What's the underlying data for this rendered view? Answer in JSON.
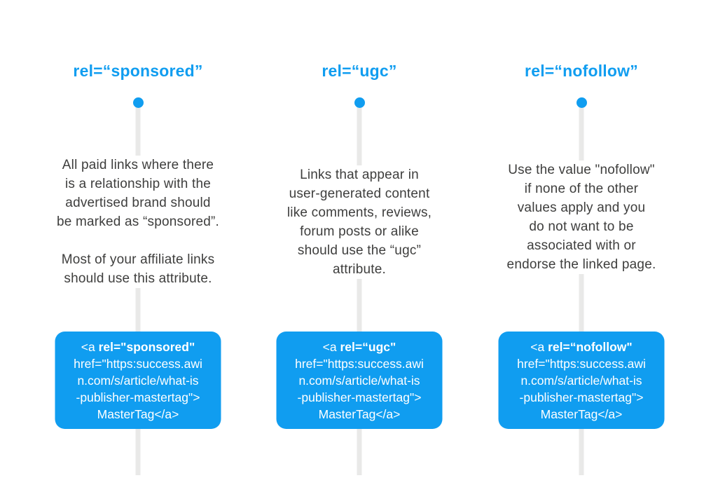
{
  "page": {
    "background": "#ffffff",
    "accent_blue": "#109df0",
    "line_gray": "#e9e9e8",
    "body_text_color": "#3e3e3d"
  },
  "columns": [
    {
      "id": "sponsored",
      "heading": "rel=“sponsored”",
      "description_paragraphs": [
        [
          "All paid links where there",
          "is a relationship with the",
          "advertised brand should",
          "be marked as “sponsored”."
        ],
        [
          "Most of your affiliate links",
          "should use this attribute."
        ]
      ],
      "code": {
        "prefix": "<a ",
        "rel": "rel=\"sponsored\"",
        "lines": [
          "href=\"https:success.awi",
          "n.com/s/article/what-is",
          "-publisher-mastertag\">",
          "MasterTag</a>"
        ]
      }
    },
    {
      "id": "ugc",
      "heading": "rel=“ugc”",
      "description_paragraphs": [
        [
          "Links that appear in",
          "user-generated content",
          "like comments, reviews,",
          "forum posts or alike",
          "should use the “ugc”",
          "attribute."
        ]
      ],
      "code": {
        "prefix": "<a ",
        "rel": "rel=“ugc\"",
        "lines": [
          "href=\"https:success.awi",
          "n.com/s/article/what-is",
          "-publisher-mastertag\">",
          "MasterTag</a>"
        ]
      }
    },
    {
      "id": "nofollow",
      "heading": "rel=“nofollow”",
      "description_paragraphs": [
        [
          "Use the value \"nofollow\"",
          "if none of the other",
          "values apply and you",
          "do not want to be",
          "associated with or",
          "endorse the linked page."
        ]
      ],
      "code": {
        "prefix": "<a ",
        "rel": "rel=“nofollow\"",
        "lines": [
          "href=\"https:success.awi",
          "n.com/s/article/what-is",
          "-publisher-mastertag\">",
          "MasterTag</a>"
        ]
      }
    }
  ]
}
